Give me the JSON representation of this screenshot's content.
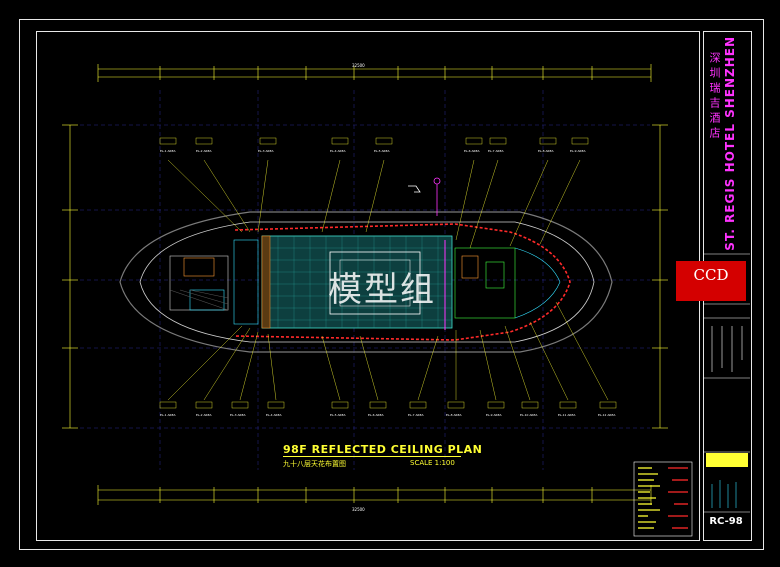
{
  "drawing": {
    "title": "98F REFLECTED CEILING PLAN",
    "title_cn": "九十八层天花布置图",
    "scale": "SCALE 1:100",
    "watermark": "模型组",
    "total_dimension": "32500"
  },
  "title_block": {
    "hotel_name_cn": "深圳瑞吉酒店",
    "hotel_name_en": "ST. REGIS HOTEL SHENZHEN",
    "logo_text": "CCD",
    "sheet_number": "RC-98"
  },
  "colors": {
    "background": "#000000",
    "yellow": "#ffff33",
    "magenta": "#ff33ff",
    "red": "#ff2a2a",
    "cyan": "#33e0ff",
    "green": "#40ff40",
    "white": "#ffffff",
    "logo": "#d40000"
  },
  "icons": [
    "north-arrow-icon",
    "grid-bubble-icon",
    "callout-tag-icon"
  ]
}
